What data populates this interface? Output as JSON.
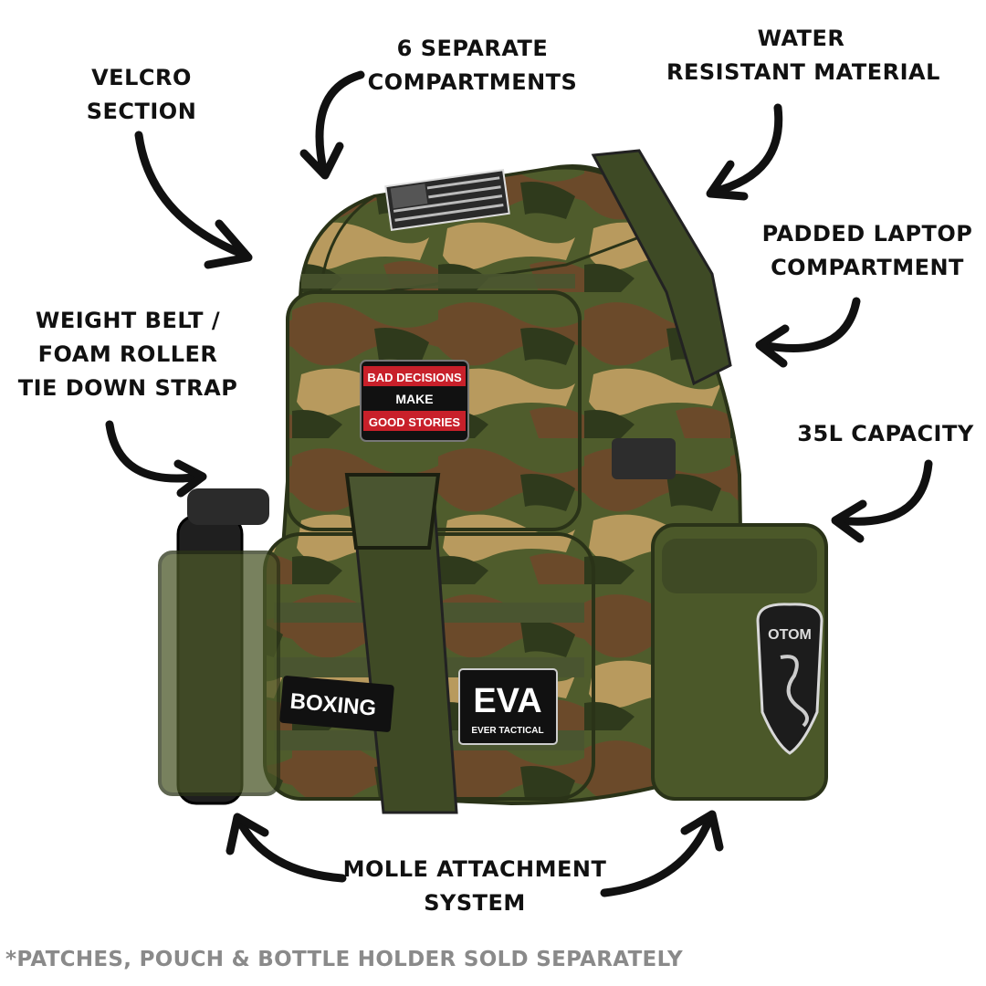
{
  "callouts": {
    "velcro": [
      "VELCRO",
      "SECTION"
    ],
    "compartments": [
      "6 SEPARATE",
      "COMPARTMENTS"
    ],
    "water": [
      "WATER",
      "RESISTANT MATERIAL"
    ],
    "laptop": [
      "PADDED LAPTOP",
      "COMPARTMENT"
    ],
    "belt": [
      "WEIGHT BELT /",
      "FOAM ROLLER",
      "TIE DOWN STRAP"
    ],
    "capacity": [
      "35L CAPACITY"
    ],
    "molle": [
      "MOLLE ATTACHMENT",
      "SYSTEM"
    ]
  },
  "patches": {
    "bad_decisions": [
      "BAD DECISIONS",
      "MAKE",
      "GOOD STORIES"
    ],
    "boxing": "BOXING",
    "brand": "EVA",
    "brand_sub": "EVER TACTICAL",
    "otom": "OTOM"
  },
  "footnote": "*PATCHES, POUCH & BOTTLE HOLDER SOLD SEPARATELY",
  "colors": {
    "camo_dark": "#3e4a25",
    "camo_olive": "#5a6a34",
    "camo_brown": "#6b4a2a",
    "camo_tan": "#b89a5e",
    "patch_red": "#c8202a"
  }
}
